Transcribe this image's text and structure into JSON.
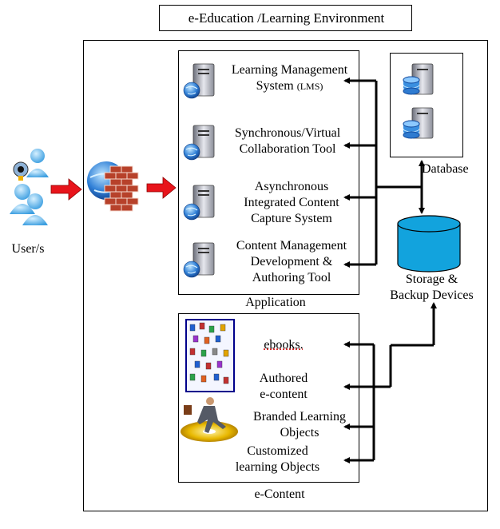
{
  "title": "e-Education /Learning Environment",
  "users": {
    "label": "User/s"
  },
  "application": {
    "label": "Application",
    "systems": [
      {
        "lines": [
          "Learning Management",
          "System"
        ],
        "suffix": "(LMS)"
      },
      {
        "lines": [
          "Synchronous/Virtual",
          "Collaboration Tool"
        ]
      },
      {
        "lines": [
          "Asynchronous",
          "Integrated Content",
          "Capture System"
        ]
      },
      {
        "lines": [
          "Content Management",
          "Development &",
          "Authoring Tool"
        ]
      }
    ]
  },
  "database": {
    "label": "Database"
  },
  "storage": {
    "lines": [
      "Storage &",
      "Backup Devices"
    ]
  },
  "econtent": {
    "label": "e-Content",
    "items": [
      {
        "lines": [
          "ebooks."
        ]
      },
      {
        "lines": [
          "Authored",
          "e-content"
        ]
      },
      {
        "lines": [
          "Branded Learning",
          "Objects"
        ]
      },
      {
        "lines": [
          "Customized",
          "learning Objects"
        ]
      }
    ]
  },
  "colors": {
    "arrow_red": "#e8141b",
    "cylinder_blue": "#12a3dd",
    "line": "#000000"
  },
  "icons": [
    "server-globe-icon",
    "users-webcam-icon",
    "firewall-globe-icon",
    "books-icon",
    "running-man-cd-icon",
    "database-disk-icon"
  ]
}
